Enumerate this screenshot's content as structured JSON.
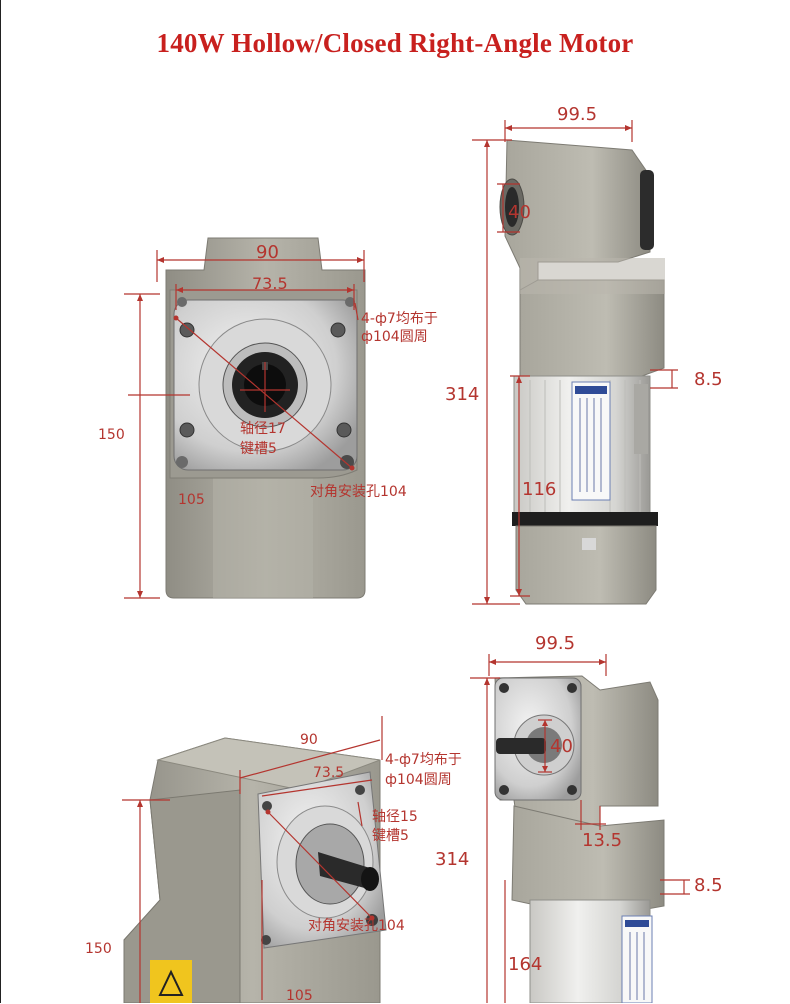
{
  "title": "140W Hollow/Closed Right-Angle Motor",
  "colors": {
    "accent": "#c8201e",
    "dimension": "#b4352f",
    "housing": "#a9a79d"
  },
  "top_left": {
    "width": "90",
    "flange": "73.5",
    "holes": "4-ф7均布于",
    "holes_circle": "ф104圆周",
    "shaft": "轴径17",
    "key": "键槽5",
    "diagonal": "对角安装孔104",
    "height": "150",
    "lower": "105"
  },
  "top_right": {
    "width": "99.5",
    "bore": "40",
    "total": "314",
    "step": "8.5",
    "motor": "116"
  },
  "bottom_left": {
    "width": "90",
    "flange": "73.5",
    "holes": "4-ф7均布于",
    "holes_circle": "ф104圆周",
    "shaft": "轴径15",
    "key": "键槽5",
    "diagonal": "对角安装孔104",
    "height": "150",
    "lower": "105"
  },
  "bottom_right": {
    "width": "99.5",
    "bore": "40",
    "offset": "13.5",
    "total": "314",
    "step": "8.5",
    "motor": "164"
  }
}
